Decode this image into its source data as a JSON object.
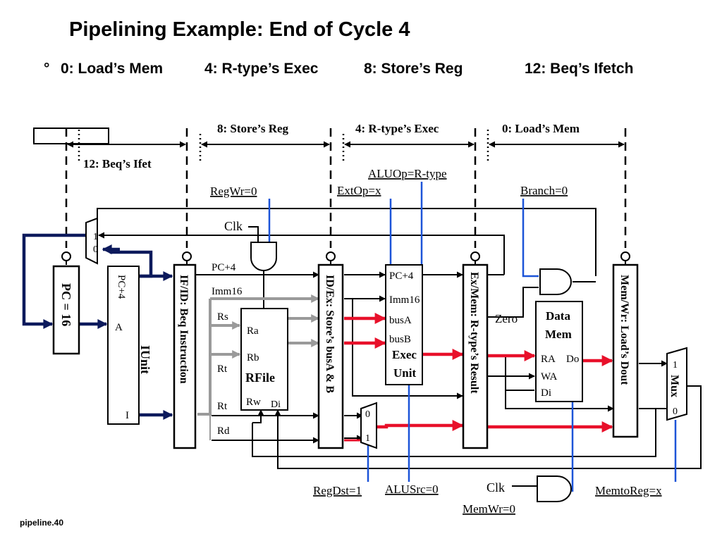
{
  "title": "Pipelining Example: End of Cycle 4",
  "subtitle": {
    "bullet": "°",
    "items": [
      "0: Load’s Mem",
      "4: R-type’s Exec",
      "8: Store’s Reg",
      "12: Beq’s Ifetch"
    ]
  },
  "stages": {
    "fetch": "12: Beq’s Ifet",
    "reg": "8: Store’s  Reg",
    "exec": "4: R-type’s  Exec",
    "mem": "0: Load’s  Mem"
  },
  "controls": {
    "regwr": "RegWr=0",
    "extop": "ExtOp=x",
    "aluop": "ALUOp=R-type",
    "branch": "Branch=0",
    "regdst": "RegDst=1",
    "alusrc": "ALUSrc=0",
    "memwr": "MemWr=0",
    "memtoreg": "MemtoReg=x",
    "clk_top": "Clk",
    "clk_bottom": "Clk"
  },
  "registers": {
    "pc": "PC = 16",
    "ifid": "IF/ID: Beq Instruction",
    "idex": "ID/Ex: Store’s busA & B",
    "exmem": "Ex/Mem: R-type’s Result",
    "memwr": "Mem/Wr: Load’s Dout"
  },
  "iunit": {
    "name": "IUnit",
    "pc4": "PC+4",
    "a": "A",
    "i": "I"
  },
  "rfile": {
    "name": "RFile",
    "ra": "Ra",
    "rb": "Rb",
    "rw": "Rw",
    "di": "Di"
  },
  "exec": {
    "name1": "Exec",
    "name2": "Unit",
    "pc4": "PC+4",
    "imm16": "Imm16",
    "busa": "busA",
    "busb": "busB"
  },
  "datamem": {
    "name1": "Data",
    "name2": "Mem",
    "ra": "RA",
    "do": "Do",
    "wa": "WA",
    "di": "Di"
  },
  "wires": {
    "pc4": "PC+4",
    "imm16": "Imm16",
    "rs": "Rs",
    "rt1": "Rt",
    "rt2": "Rt",
    "rd": "Rd",
    "zero": "Zero"
  },
  "muxes": {
    "pc_one": "1",
    "pc_zero": "0",
    "regdst_zero": "0",
    "regdst_one": "1",
    "wb_name": "Mux",
    "wb_one": "1",
    "wb_zero": "0"
  },
  "footer": "pipeline.40",
  "colors": {
    "navy": "#0d1a5c",
    "red": "#e8102a",
    "blue": "#1c54d8",
    "gray": "#9a9a9a"
  }
}
